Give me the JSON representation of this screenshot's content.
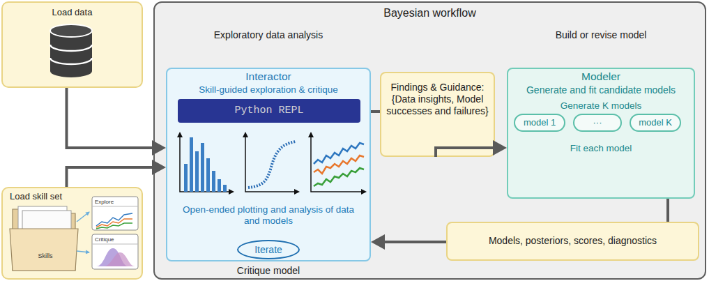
{
  "diagram": {
    "nodes": [
      {
        "text": [
          "Load data"
        ]
      },
      {
        "text": [
          "Bayesian workflow"
        ]
      },
      {
        "text": [
          "Exploratory data analysis",
          "Interactor",
          "Skill-guided exploration & critique",
          "Open-ended plotting and analysis of data and models",
          "Critique model"
        ],
        "in": 1
      },
      {
        "text": [
          "Python REPL"
        ],
        "in": 2
      },
      {
        "text": [
          "Iterate"
        ],
        "in": 2
      },
      {
        "text": [
          "Findings & Guidance: {Data insights, Model successes and failures}"
        ],
        "in": 1
      },
      {
        "text": [
          "Build or revise model",
          "Modeler",
          "Generate and fit candidate models",
          "Generate K models",
          "Fit each model"
        ],
        "in": 1
      },
      {
        "text": [
          "model 1"
        ],
        "in": 6
      },
      {
        "text": [
          "···"
        ],
        "in": 6
      },
      {
        "text": [
          "model K"
        ],
        "in": 6
      },
      {
        "text": [
          "Models, posteriors, scores, diagnostics"
        ],
        "in": 1
      },
      {
        "text": [
          "Load skill set"
        ]
      }
    ],
    "edges": [
      {
        "from": 0,
        "to": 2,
        "arrow": "to"
      },
      {
        "from": 11,
        "to": 2,
        "arrow": "to"
      },
      {
        "from": 2,
        "to": 5,
        "arrow": "none"
      },
      {
        "from": 5,
        "to": 6,
        "arrow": "to"
      },
      {
        "from": 6,
        "to": 10,
        "arrow": "none"
      },
      {
        "from": 10,
        "to": 2,
        "arrow": "to"
      }
    ],
    "labels": [
      "Explore",
      "Skills",
      "Critique"
    ]
  }
}
